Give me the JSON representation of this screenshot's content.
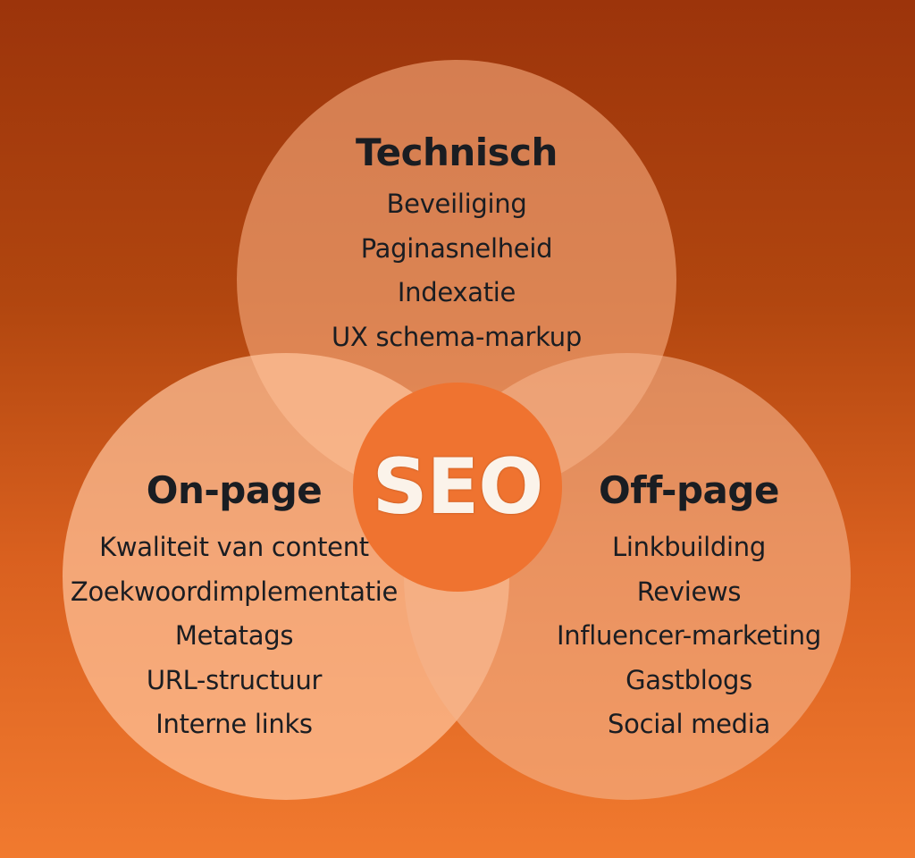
{
  "diagram": {
    "type": "venn",
    "center": {
      "label": "SEO",
      "color": "#ef7330",
      "text_color": "#fbf3ea"
    },
    "background": {
      "top_color": "#9c340b",
      "bottom_color": "#f17a2f"
    },
    "circles": [
      {
        "id": "technisch",
        "heading": "Technisch",
        "items": [
          "Beveiliging",
          "Paginasnelheid",
          "Indexatie",
          "UX schema-markup"
        ]
      },
      {
        "id": "on-page",
        "heading": "On-page",
        "items": [
          "Kwaliteit van content",
          "Zoekwoordimplementatie",
          "Metatags",
          "URL-structuur",
          "Interne links"
        ]
      },
      {
        "id": "off-page",
        "heading": "Off-page",
        "items": [
          "Linkbuilding",
          "Reviews",
          "Influencer-marketing",
          "Gastblogs",
          "Social media"
        ]
      }
    ]
  }
}
